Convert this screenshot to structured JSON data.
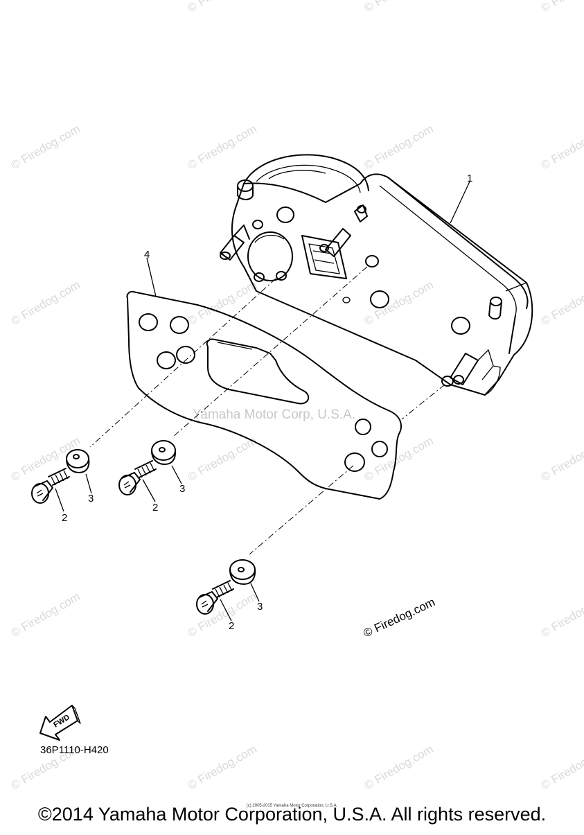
{
  "watermark_text": "© Firedog.com",
  "center_watermark": "Yamaha Motor Corp, U.S.A.",
  "logo_watermark": "© Firedog.com",
  "callouts": [
    "1",
    "2",
    "3",
    "4"
  ],
  "fwd_label": "FWD",
  "diagram_code": "36P1110-H420",
  "tiny_credit": "(c) 2005-2015 Yamaha Motor Corporation, U.S.A.",
  "copyright": "©2014 Yamaha Motor Corporation, U.S.A. All rights reserved."
}
